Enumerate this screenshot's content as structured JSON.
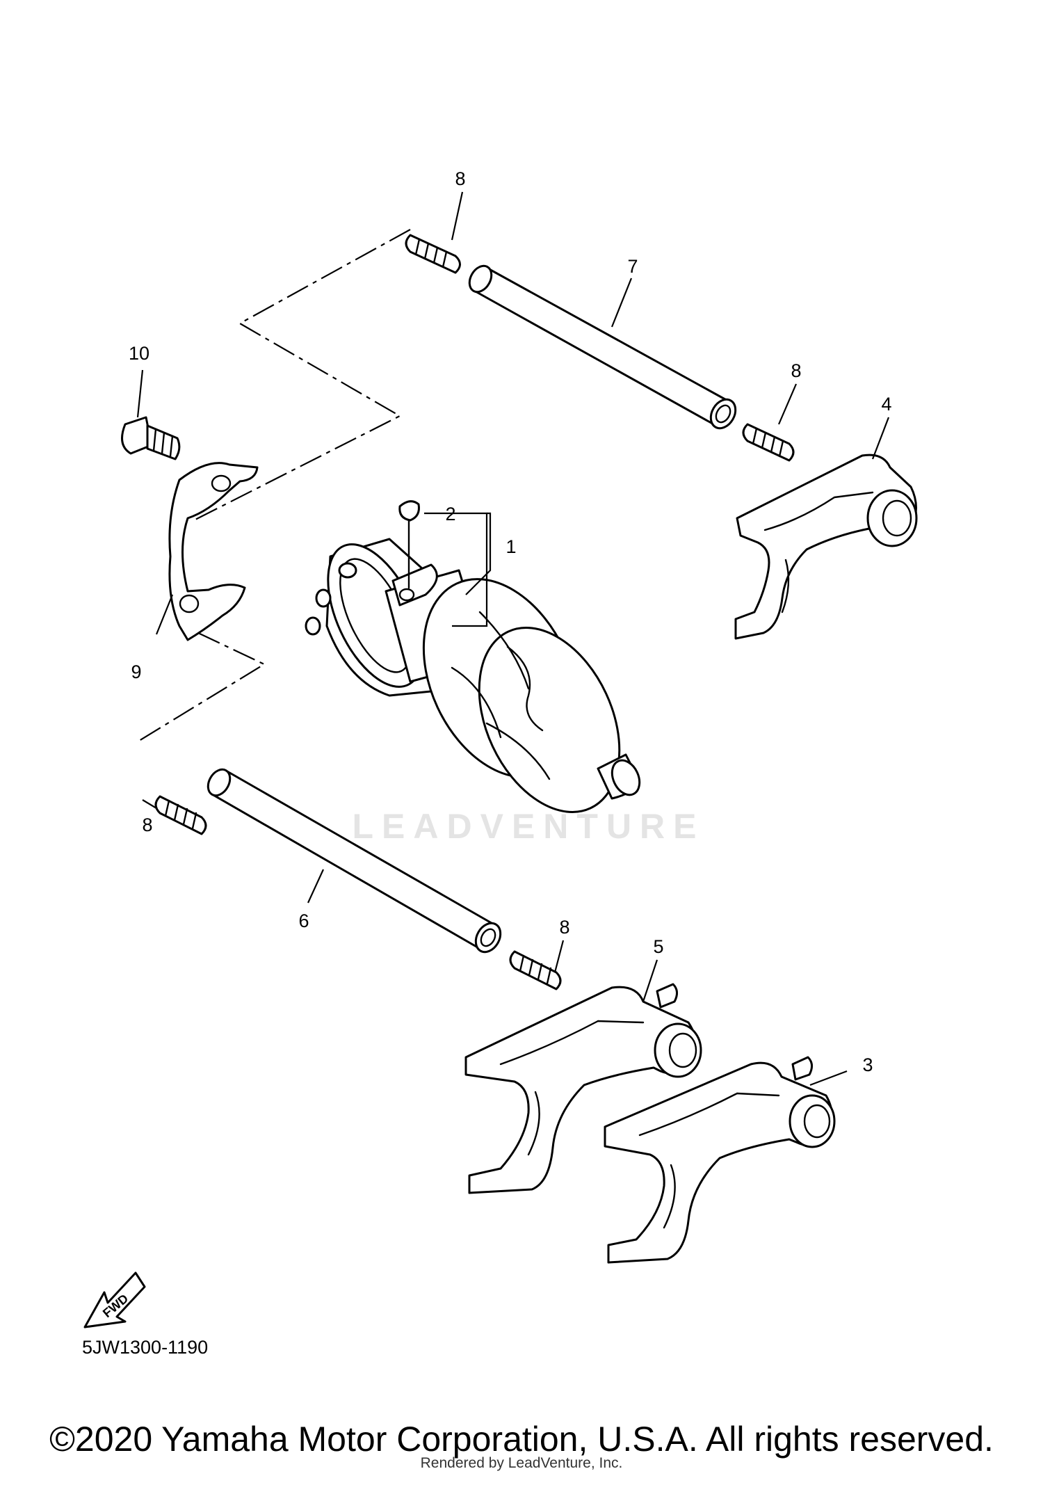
{
  "diagram": {
    "callouts": {
      "c1": "1",
      "c2": "2",
      "c3": "3",
      "c4": "4",
      "c5": "5",
      "c6": "6",
      "c7": "7",
      "c8a": "8",
      "c8b": "8",
      "c8c": "8",
      "c8d": "8",
      "c9": "9",
      "c10": "10"
    },
    "watermark": "LEADVENTURE",
    "fwd_label": "FWD",
    "part_code": "5JW1300-1190"
  },
  "footer": {
    "copyright": "©2020 Yamaha Motor Corporation, U.S.A. All rights reserved.",
    "rendered_by": "Rendered by LeadVenture, Inc."
  }
}
